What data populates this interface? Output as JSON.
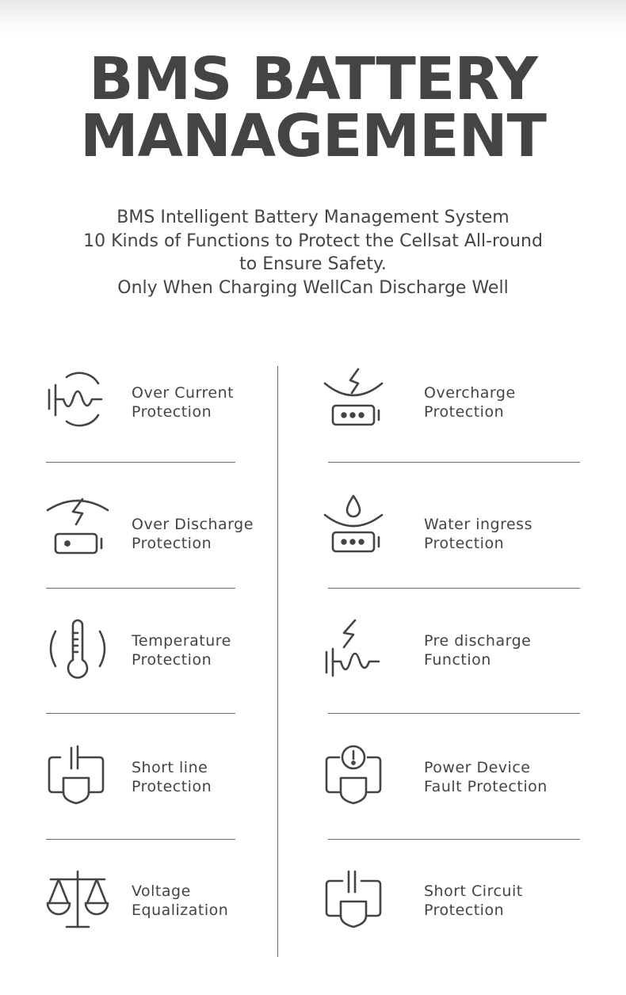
{
  "title": {
    "line1": "BMS BATTERY",
    "line2": "MANAGEMENT"
  },
  "subtitle": {
    "line1": "BMS Intelligent Battery Management System",
    "line2": "10 Kinds of Functions to Protect the Cellsat All-round",
    "line3": "to Ensure Safety.",
    "line4": "Only When Charging WellCan Discharge Well"
  },
  "features": {
    "over_current": {
      "line1": "Over Current",
      "line2": "Protection",
      "icon": "current-wave-icon"
    },
    "overcharge": {
      "line1": "Overcharge",
      "line2": "Protection",
      "icon": "battery-lightning-icon"
    },
    "over_discharge": {
      "line1": "Over Discharge",
      "line2": "Protection",
      "icon": "battery-low-lightning-icon"
    },
    "water_ingress": {
      "line1": "Water ingress",
      "line2": "Protection",
      "icon": "battery-water-drop-icon"
    },
    "temperature": {
      "line1": "Temperature",
      "line2": "Protection",
      "icon": "thermometer-icon"
    },
    "pre_discharge": {
      "line1": "Pre discharge",
      "line2": "Function",
      "icon": "lightning-wave-icon"
    },
    "short_line": {
      "line1": "Short line",
      "line2": "Protection",
      "icon": "power-shield-icon"
    },
    "power_device": {
      "line1": "Power Device",
      "line2": "Fault Protection",
      "icon": "alert-shield-icon"
    },
    "voltage": {
      "line1": "Voltage",
      "line2": "Equalization",
      "icon": "balance-scale-icon"
    },
    "short_circuit": {
      "line1": "Short Circuit",
      "line2": "Protection",
      "icon": "circuit-shield-icon"
    }
  }
}
